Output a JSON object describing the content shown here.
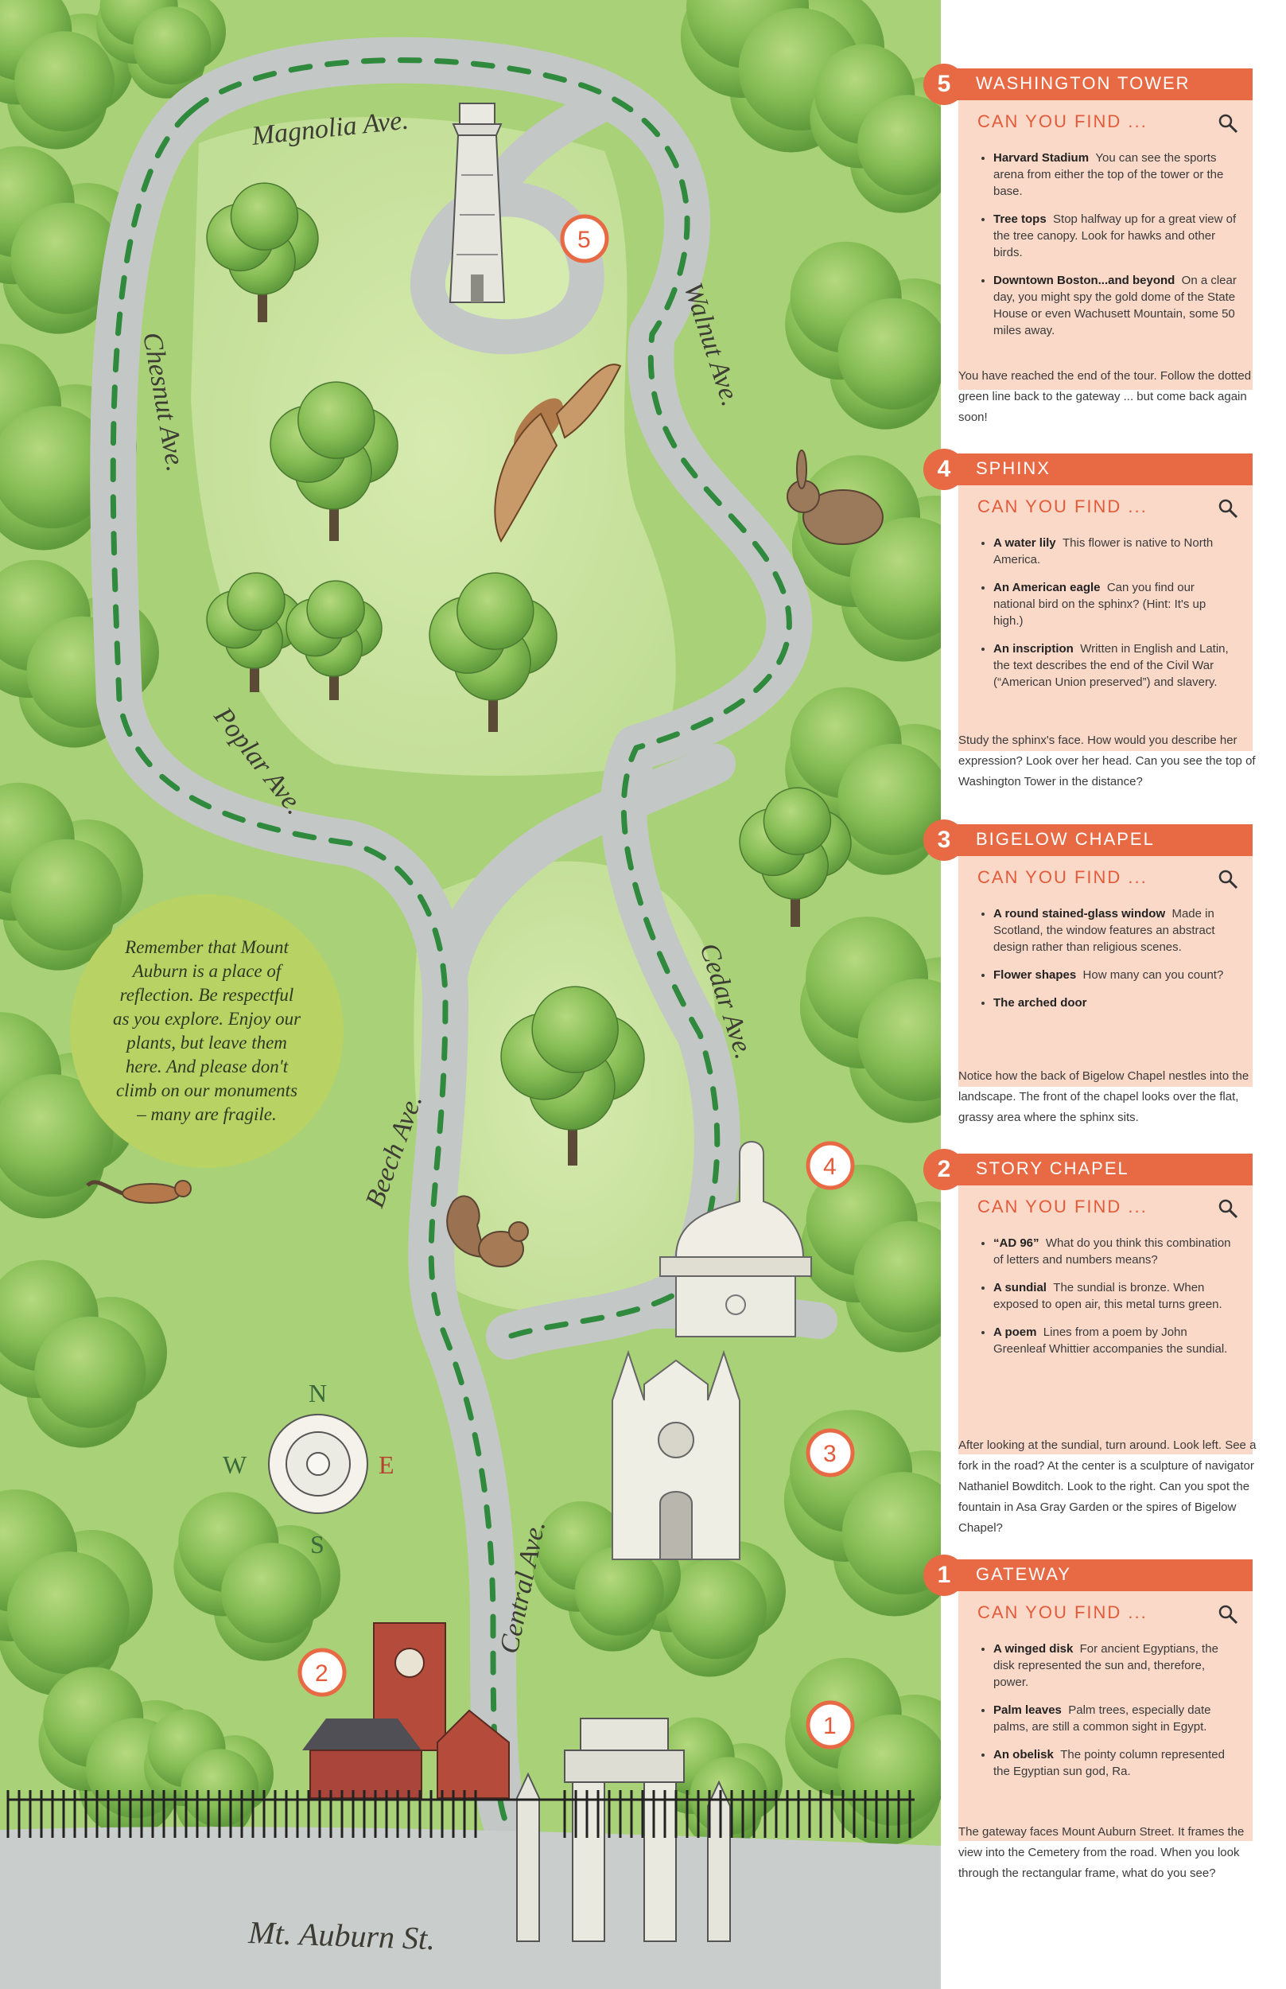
{
  "map": {
    "roads": {
      "magnolia": "Magnolia Ave.",
      "chesnut": "Chesnut Ave.",
      "walnut": "Walnut Ave.",
      "poplar": "Poplar Ave.",
      "cedar": "Cedar Ave.",
      "beech": "Beech Ave.",
      "central": "Central Ave.",
      "street": "Mt. Auburn St."
    },
    "compass": {
      "north": "N",
      "south": "S",
      "east": "E",
      "west": "W"
    },
    "markers": [
      "5",
      "4",
      "3",
      "2",
      "1"
    ],
    "note": "Remember that Mount Auburn is a place of reflection. Be respectful as you explore. Enjoy our plants, but leave them here. And please don't climb on our monuments – many are fragile.",
    "colors": {
      "grass": "#c6e1a0",
      "road": "#c3c8c6",
      "dash": "#2f8a3e",
      "tree": "#7fb34b",
      "accent": "#e86a45"
    }
  },
  "stops": [
    {
      "number": "5",
      "title": "WASHINGTON TOWER",
      "find_title": "CAN YOU FIND ...",
      "items": [
        {
          "name": "Harvard Stadium",
          "text": "You can see the sports arena from either the top of the tower or the base."
        },
        {
          "name": "Tree tops",
          "text": "Stop halfway up for a great view of the tree canopy. Look for hawks and other birds."
        },
        {
          "name": "Downtown Boston...and beyond",
          "text": "On a clear day, you might spy the gold dome of the State House or even Wachusett Mountain, some 50 miles away."
        }
      ],
      "note": "You have reached the end of the tour. Follow the dotted green line back to the gateway ... but come back again soon!"
    },
    {
      "number": "4",
      "title": "SPHINX",
      "find_title": "CAN YOU FIND ...",
      "items": [
        {
          "name": "A water lily",
          "text": "This flower is native to North America."
        },
        {
          "name": "An American eagle",
          "text": "Can you find our national bird on the sphinx? (Hint: It's up high.)"
        },
        {
          "name": "An inscription",
          "text": "Written in English and Latin, the text describes the end of the Civil War (“American Union preserved”) and slavery."
        }
      ],
      "note": "Study the sphinx's face. How would you describe her expression? Look over her head. Can you see the top of Washington Tower in the distance?"
    },
    {
      "number": "3",
      "title": "BIGELOW CHAPEL",
      "find_title": "CAN YOU FIND ...",
      "items": [
        {
          "name": "A round stained-glass window",
          "text": "Made in Scotland, the window features an abstract design rather than religious scenes."
        },
        {
          "name": "Flower shapes",
          "text": "How many can you count?"
        },
        {
          "name": "The arched door",
          "text": ""
        }
      ],
      "note": "Notice how the back of Bigelow Chapel nestles into the landscape. The front of the chapel looks over the flat, grassy area where the sphinx sits."
    },
    {
      "number": "2",
      "title": "STORY CHAPEL",
      "find_title": "CAN YOU FIND ...",
      "items": [
        {
          "name": "“AD 96”",
          "text": "What do you think this combination of letters and numbers means?"
        },
        {
          "name": "A sundial",
          "text": "The sundial is bronze. When exposed to open air, this metal turns green."
        },
        {
          "name": "A poem",
          "text": "Lines from a poem by John Greenleaf Whittier accompanies the sundial."
        }
      ],
      "note": "After looking at the sundial, turn around. Look left. See a fork in the road? At the center is a sculpture of navigator Nathaniel Bowditch. Look to the right. Can you spot the fountain in Asa Gray Garden or the spires of Bigelow Chapel?"
    },
    {
      "number": "1",
      "title": "GATEWAY",
      "find_title": "CAN YOU FIND ...",
      "items": [
        {
          "name": "A winged disk",
          "text": "For ancient Egyptians, the disk represented the sun and, therefore, power."
        },
        {
          "name": "Palm leaves",
          "text": "Palm trees, especially date palms, are still a common sight in Egypt."
        },
        {
          "name": "An obelisk",
          "text": "The pointy column represented the Egyptian sun god, Ra."
        }
      ],
      "note": "The gateway faces Mount Auburn Street. It frames the view into the Cemetery from the road. When you look through the rectangular frame, what do you see?"
    }
  ]
}
